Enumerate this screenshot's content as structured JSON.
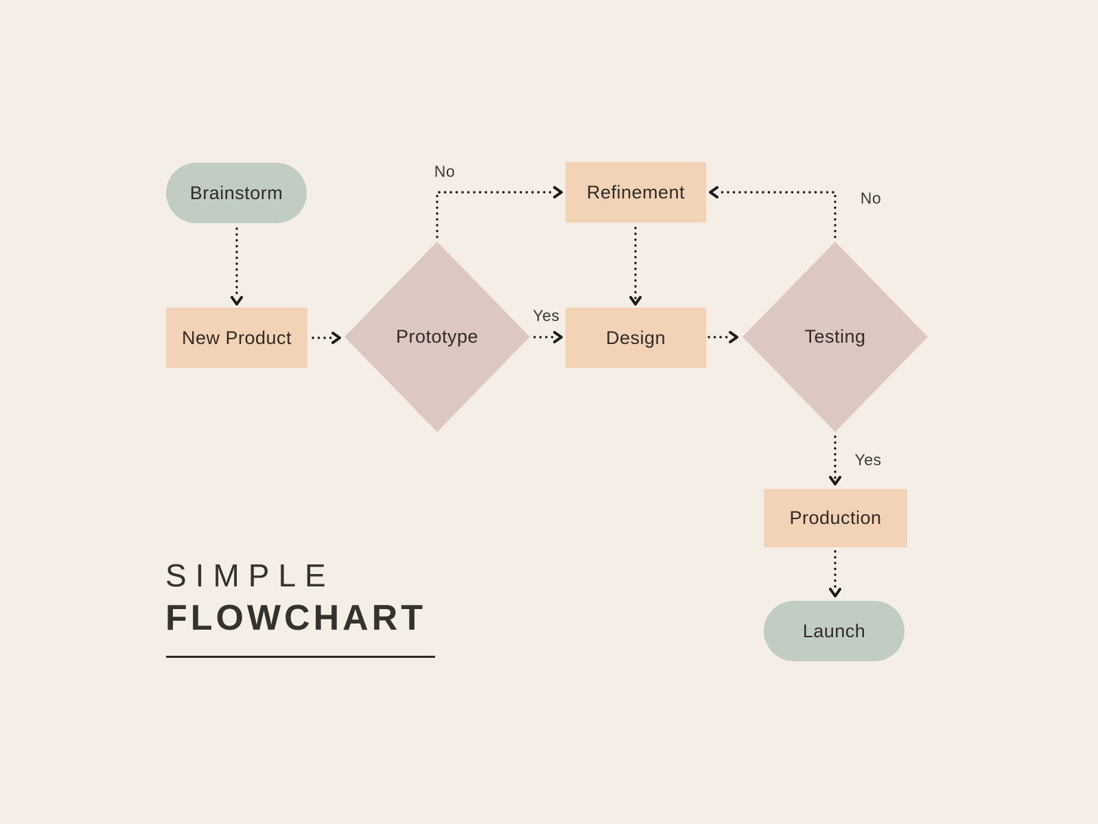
{
  "title": {
    "line1": "SIMPLE",
    "line2": "FLOWCHART"
  },
  "nodes": {
    "brainstorm": {
      "label": "Brainstorm",
      "type": "terminator"
    },
    "new_product": {
      "label": "New Product",
      "type": "process"
    },
    "prototype": {
      "label": "Prototype",
      "type": "decision"
    },
    "refinement": {
      "label": "Refinement",
      "type": "process"
    },
    "design": {
      "label": "Design",
      "type": "process"
    },
    "testing": {
      "label": "Testing",
      "type": "decision"
    },
    "production": {
      "label": "Production",
      "type": "process"
    },
    "launch": {
      "label": "Launch",
      "type": "terminator"
    }
  },
  "edges": [
    {
      "from": "Brainstorm",
      "to": "New Product",
      "label": ""
    },
    {
      "from": "New Product",
      "to": "Prototype",
      "label": ""
    },
    {
      "from": "Prototype",
      "to": "Refinement",
      "label": "No"
    },
    {
      "from": "Prototype",
      "to": "Design",
      "label": "Yes"
    },
    {
      "from": "Refinement",
      "to": "Design",
      "label": ""
    },
    {
      "from": "Design",
      "to": "Testing",
      "label": ""
    },
    {
      "from": "Testing",
      "to": "Refinement",
      "label": "No"
    },
    {
      "from": "Testing",
      "to": "Production",
      "label": "Yes"
    },
    {
      "from": "Production",
      "to": "Launch",
      "label": ""
    }
  ],
  "colors": {
    "background": "#f4eee6",
    "terminator_fill": "#c1cdc2",
    "process_fill": "#f2d3b6",
    "decision_fill": "#dcc8c0",
    "connector": "#1c1a17",
    "node_text": "#2f2b27",
    "title_text": "#35312d"
  }
}
